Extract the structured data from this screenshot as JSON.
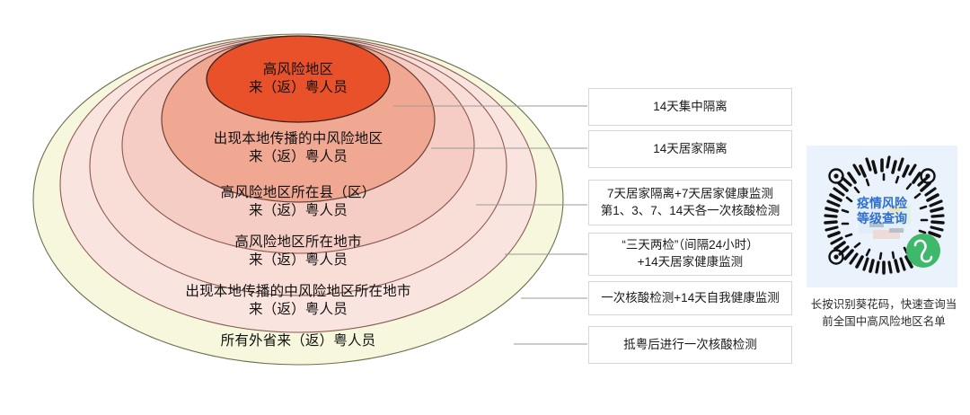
{
  "watermark": "",
  "diagram": {
    "title": "",
    "rings": [
      {
        "id": "ring-outer",
        "line1": "所有外省来（返）粤人员",
        "line2": "",
        "fill": "#f6f7dc",
        "stroke": "#6b6b4a"
      },
      {
        "id": "ring-5",
        "line1": "出现本地传播的中风险地区所在地市",
        "line2": "来（返）粤人员",
        "fill": "#fae4e0",
        "stroke": "#8a5a52"
      },
      {
        "id": "ring-4",
        "line1": "高风险地区所在地市",
        "line2": "来（返）粤人员",
        "fill": "#f9ddd7",
        "stroke": "#8a5a52"
      },
      {
        "id": "ring-3",
        "line1": "高风险地区所在县（区）",
        "line2": "来（返）粤人员",
        "fill": "#f6cdc4",
        "stroke": "#8a5a52"
      },
      {
        "id": "ring-2",
        "line1": "出现本地传播的中风险地区",
        "line2": "来（返）粤人员",
        "fill": "#f0a893",
        "stroke": "#6f4339"
      },
      {
        "id": "ring-1",
        "line1": "高风险地区",
        "line2": "来（返）粤人员",
        "fill": "#e8512a",
        "stroke": "#3d2018"
      }
    ]
  },
  "callouts": [
    {
      "id": "callout-1",
      "line1": "14天集中隔离",
      "line2": ""
    },
    {
      "id": "callout-2",
      "line1": "14天居家隔离",
      "line2": ""
    },
    {
      "id": "callout-3",
      "line1": "7天居家隔离+7天居家健康监测",
      "line2": "第1、3、7、14天各一次核酸检测"
    },
    {
      "id": "callout-4",
      "line1": "“三天两检”（间隔24小时）",
      "line2": "+14天居家健康监测"
    },
    {
      "id": "callout-5",
      "line1": "一次核酸检测+14天自我健康监测",
      "line2": ""
    },
    {
      "id": "callout-6",
      "line1": "抵粤后进行一次核酸检测",
      "line2": ""
    }
  ],
  "qr": {
    "center_line1": "疫情风险",
    "center_line2": "等级查询",
    "panel_bg": "#eaf2fb",
    "center_text_color": "#2f6fd0",
    "logo_color": "#3eb86a",
    "caption_line1": "长按识别葵花码，快速查询当",
    "caption_line2": "前全国中高风险地区名单"
  },
  "colors": {
    "connector_line": "#9a9a9a",
    "callout_border": "#d6d6d6",
    "page_background": "#ffffff"
  }
}
